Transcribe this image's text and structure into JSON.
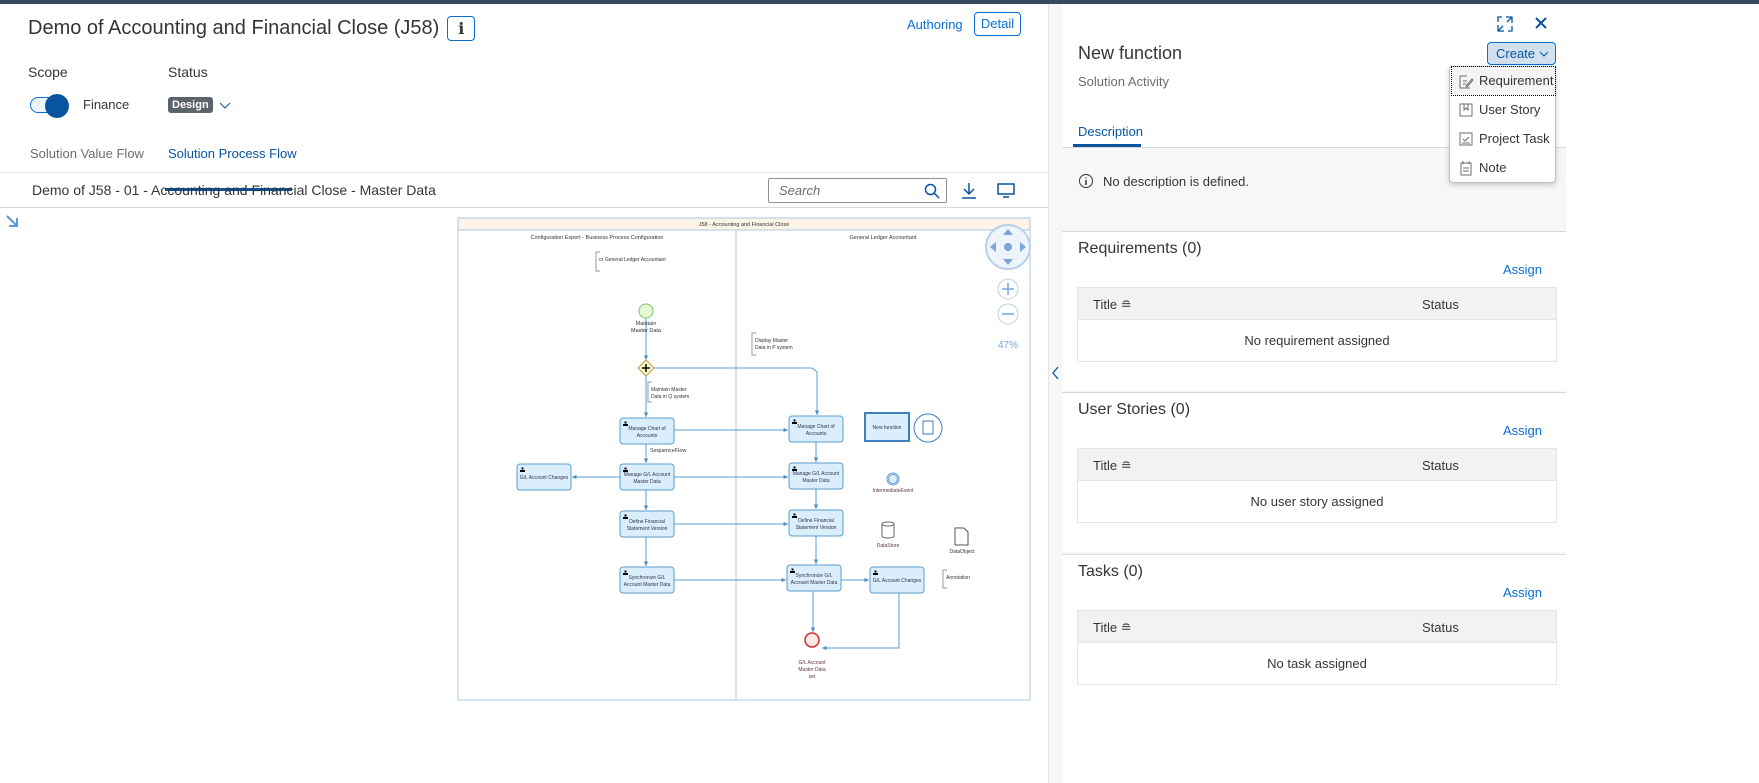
{
  "header": {
    "title": "Demo of Accounting and Financial Close (J58)",
    "info_icon": "info-icon",
    "authoring": "Authoring",
    "detail": "Detail"
  },
  "scope": {
    "label": "Scope",
    "value": "Finance",
    "toggle_on": true
  },
  "status": {
    "label": "Status",
    "value": "Design"
  },
  "tabs": [
    {
      "label": "Solution Value Flow"
    },
    {
      "label": "Solution Process Flow",
      "active": true
    }
  ],
  "flow": {
    "subtitle": "Demo of J58 - 01 - Accounting and Financial Close - Master Data",
    "search_placeholder": "Search",
    "zoom": "47%"
  },
  "diagram": {
    "pool": "J58 - Accounting and Financial Close",
    "lanes": [
      "Configuration Expert - Business Process Configuration",
      "General Ledger Accountant"
    ],
    "annotations": [
      "or General Ledger Accountant",
      "Maintain Master Data in Q system",
      "Display Master Data in P system",
      "Annotation"
    ],
    "start_event": "Maintain Master Data",
    "end_event": "G/L Account Master Data set",
    "sequence_flow_label": "SequenceFlow",
    "tasks": [
      "Manage Chart of Accounts",
      "Manage G/L Account Master Data",
      "Define Financial Statement Version",
      "Synchronize G/L Account Master Data",
      "G/L Account Changes",
      "Manage Chart of Accounts",
      "Manage G/L Account Master Data",
      "Define Financial Statement Version",
      "Synchronize G/L Account Master Data",
      "G/L Account Changes",
      "New function"
    ],
    "intermediate_event": "IntermediateEvent",
    "data_store": "DataStore",
    "data_object": "DataObject"
  },
  "panel": {
    "title": "New function",
    "subtitle": "Solution Activity",
    "create": "Create",
    "menu": [
      {
        "label": "Requirement",
        "icon": "requirement-icon"
      },
      {
        "label": "User Story",
        "icon": "user-story-icon"
      },
      {
        "label": "Project Task",
        "icon": "task-icon"
      },
      {
        "label": "Note",
        "icon": "note-icon"
      }
    ],
    "tab": "Description",
    "description": "No description is defined.",
    "sections": [
      {
        "title": "Requirements (0)",
        "assign": "Assign",
        "col_title": "Title",
        "col_status": "Status",
        "empty": "No requirement assigned"
      },
      {
        "title": "User Stories (0)",
        "assign": "Assign",
        "col_title": "Title",
        "col_status": "Status",
        "empty": "No user story assigned"
      },
      {
        "title": "Tasks (0)",
        "assign": "Assign",
        "col_title": "Title",
        "col_status": "Status",
        "empty": "No task assigned"
      }
    ]
  },
  "colors": {
    "accent": "#0a6ed1",
    "shell": "#354a5f",
    "task_fill": "#dbeefc",
    "task_stroke": "#5a9ccc"
  }
}
